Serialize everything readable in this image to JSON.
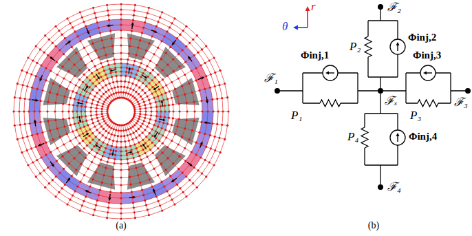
{
  "diagram": {
    "nodes": [
      {
        "text": [
          "ℱ₂"
        ]
      },
      {
        "text": [
          "ℱ₁"
        ]
      },
      {
        "text": [
          "ℱₓ"
        ]
      },
      {
        "text": [
          "ℱ₃"
        ]
      },
      {
        "text": [
          "ℱ₄"
        ]
      }
    ],
    "edges": [
      {
        "from": 1,
        "to": 2,
        "arrow": "none"
      },
      {
        "from": 0,
        "to": 2,
        "arrow": "none"
      },
      {
        "from": 3,
        "to": 2,
        "arrow": "none"
      },
      {
        "from": 4,
        "to": 2,
        "arrow": "none"
      }
    ],
    "labels": [
      "r",
      "θ",
      "(a)",
      "Φinj,1",
      "P₁",
      "P₂",
      "Φinj,2",
      "Φinj,3",
      "P₃",
      "P₄",
      "Φinj,4",
      "(b)"
    ]
  }
}
